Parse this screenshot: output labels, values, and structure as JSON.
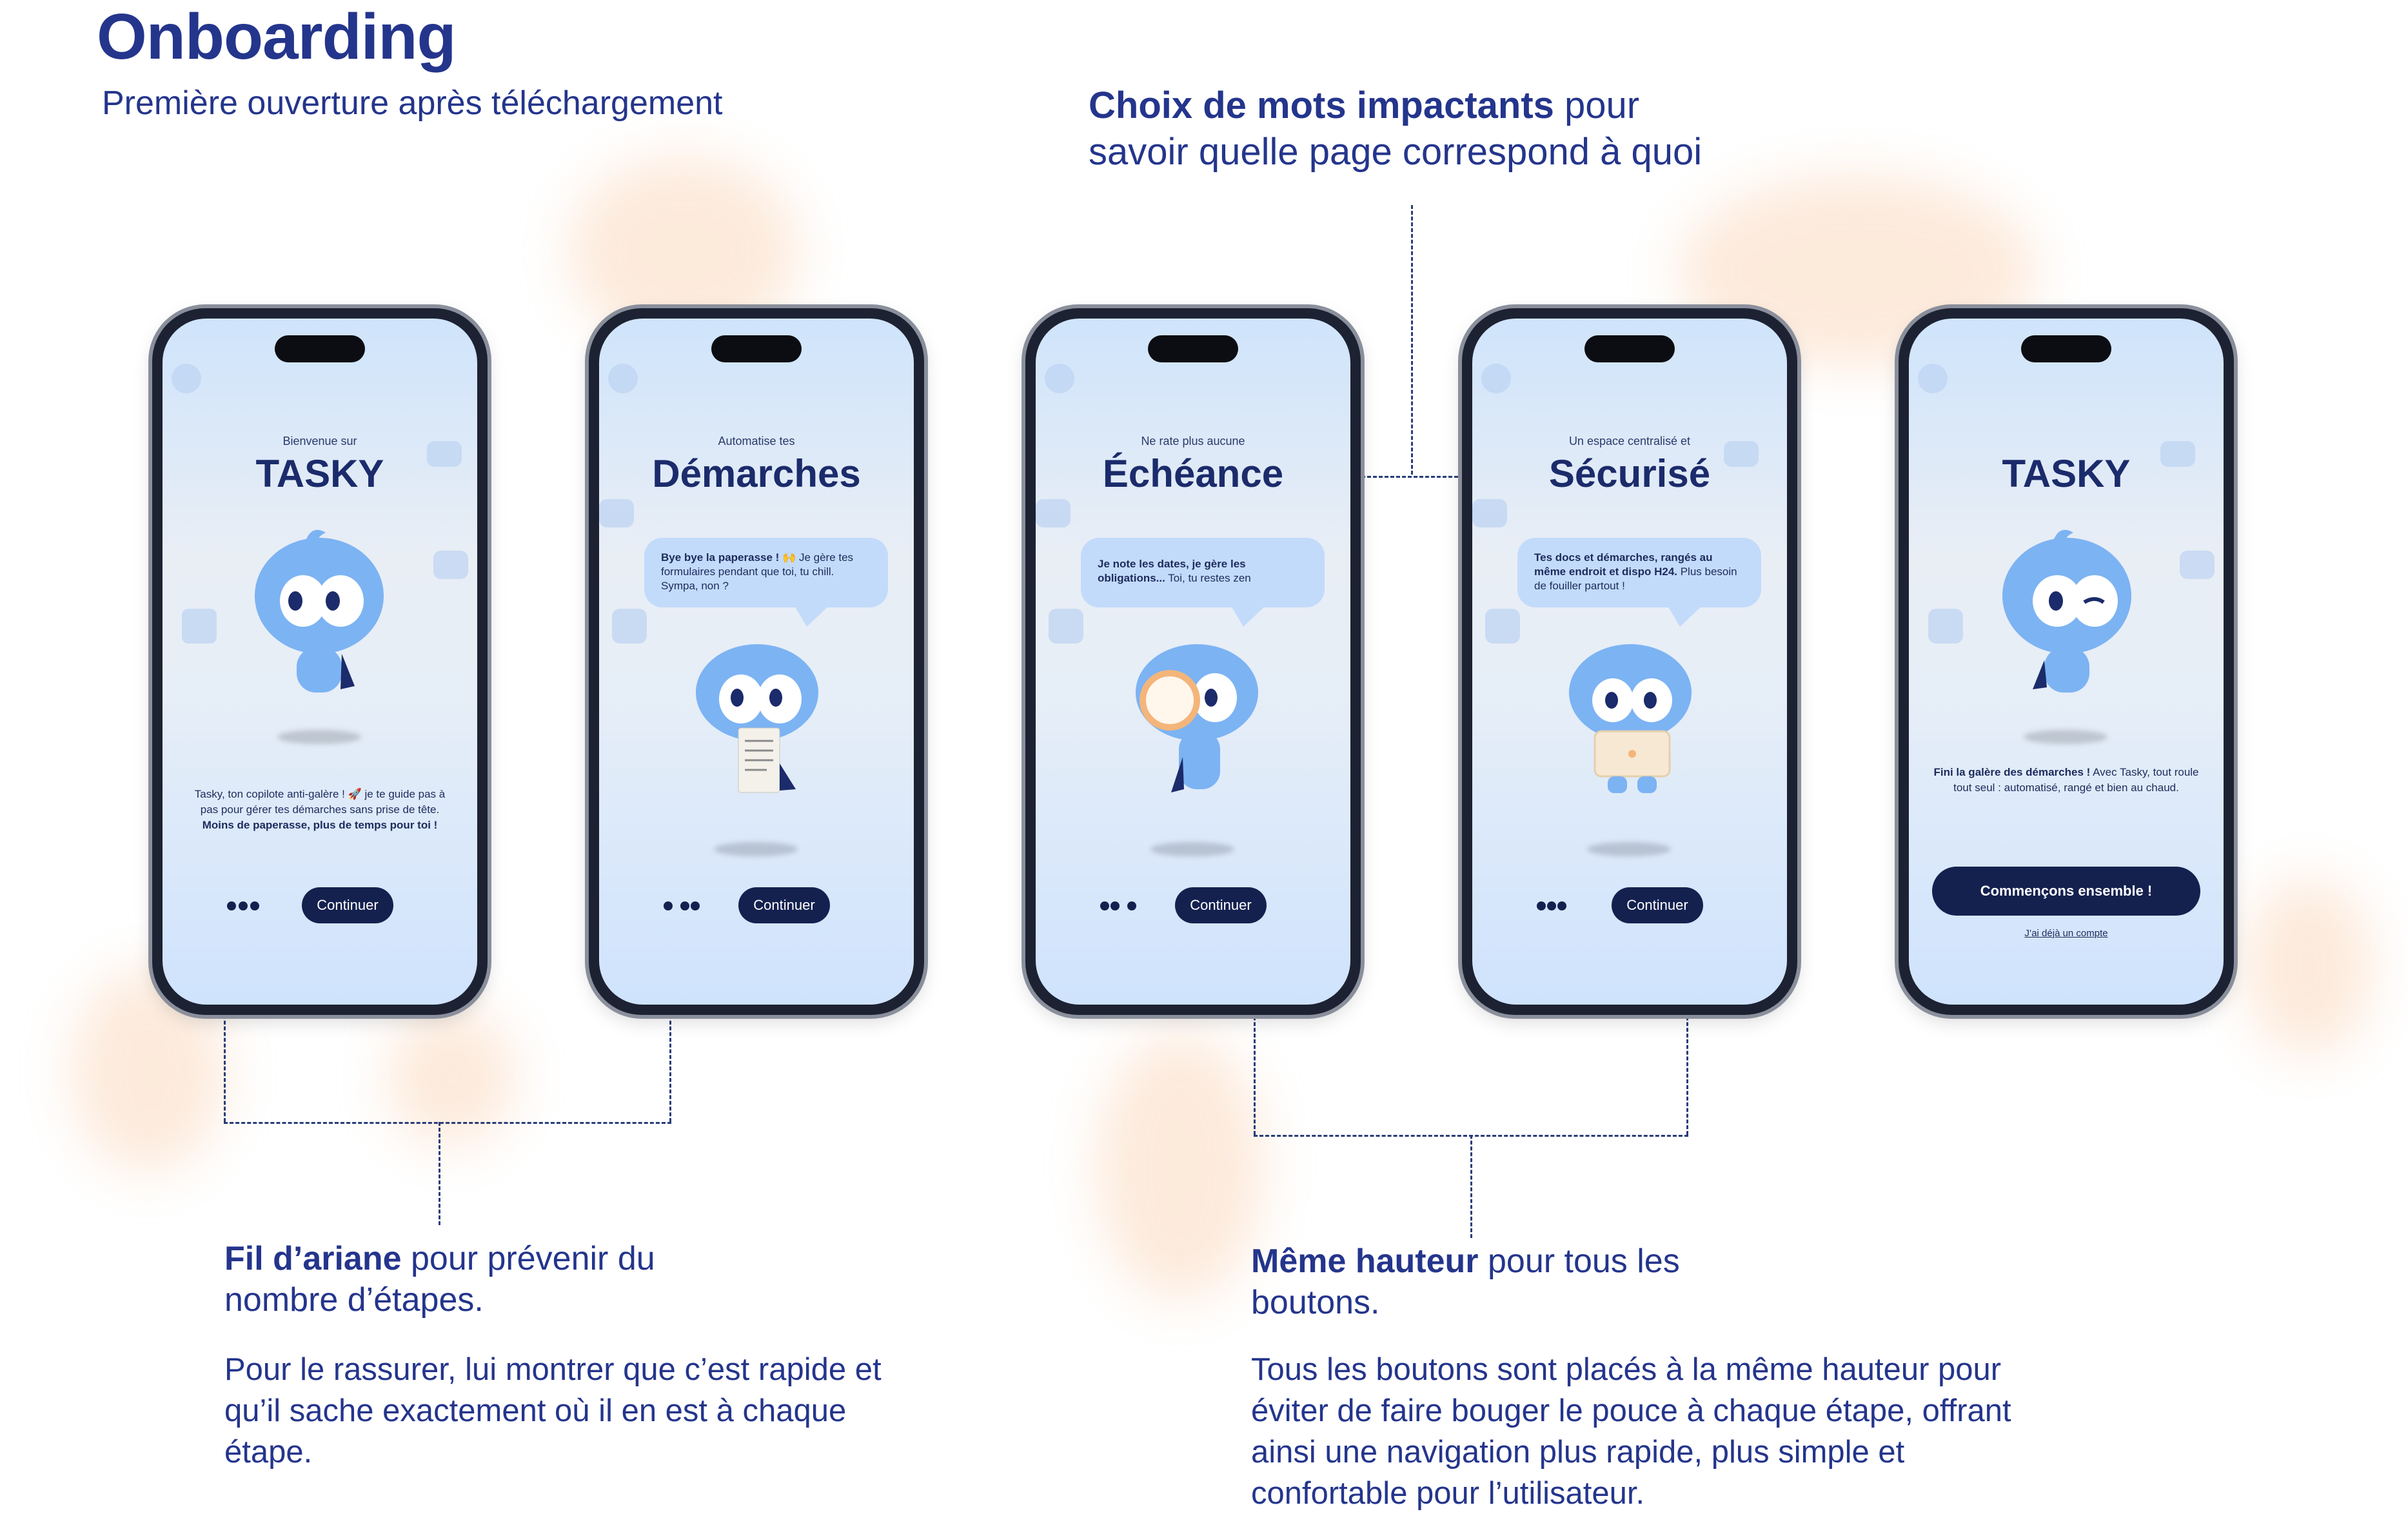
{
  "page": {
    "title": "Onboarding",
    "subtitle": "Première ouverture après téléchargement"
  },
  "annotations": {
    "words": {
      "bold": "Choix de mots impactants",
      "rest": " pour",
      "line2": "savoir quelle page correspond à quoi"
    },
    "breadcrumb": {
      "bold": "Fil d’ariane",
      "rest": " pour prévenir du",
      "line2": "nombre d’étapes.",
      "body": [
        "Pour le rassurer, lui montrer que c’est rapide et",
        "qu’il sache exactement où il en est à chaque",
        "étape."
      ]
    },
    "same_height": {
      "bold": "Même hauteur",
      "rest": " pour tous les",
      "line2": "boutons.",
      "body": [
        "Tous les boutons sont placés à la même hauteur pour",
        "éviter de faire bouger le pouce à chaque étape, offrant",
        "ainsi une navigation plus rapide, plus simple et",
        "confortable pour l’utilisateur."
      ]
    }
  },
  "screens": [
    {
      "kicker": "Bienvenue sur",
      "title": "TASKY",
      "description_plain": "Tasky, ton copilote anti-galère ! 🚀 je te guide pas à pas pour gérer tes démarches sans prise de tête. ",
      "description_bold": "Moins de paperasse, plus de temps pour toi !",
      "button": "Continuer",
      "step": 1,
      "steps": 3
    },
    {
      "kicker": "Automatise tes",
      "title": "Démarches",
      "bubble_bold": "Bye bye la paperasse ! 🙌",
      "bubble_plain": " Je gère tes formulaires pendant que toi, tu chill. Sympa, non ?",
      "button": "Continuer",
      "step": 2,
      "steps": 3
    },
    {
      "kicker": "Ne rate plus aucune",
      "title": "Échéance",
      "bubble_bold": "Je note les dates, je gère les obligations...",
      "bubble_plain": " Toi, tu restes zen",
      "button": "Continuer",
      "step": 3,
      "steps": 3
    },
    {
      "kicker": "Un espace centralisé et",
      "title": "Sécurisé",
      "bubble_bold": "Tes docs et démarches, rangés au même endroit et dispo H24.",
      "bubble_plain": " Plus besoin de fouiller partout !",
      "button": "Continuer",
      "step": 3,
      "steps": 3
    },
    {
      "title": "TASKY",
      "description_bold": "Fini la galère des démarches !",
      "description_plain": " Avec Tasky, tout roule tout seul : automatisé, rangé et bien au chaud.",
      "button": "Commençons ensemble !",
      "link": "J’ai déjà un compte"
    }
  ],
  "colors": {
    "brand": "#24358c",
    "button": "#14214f",
    "screen_bg": "#dde9f8",
    "bubble": "#c3dbfb",
    "mascot": "#6aa6f0"
  }
}
